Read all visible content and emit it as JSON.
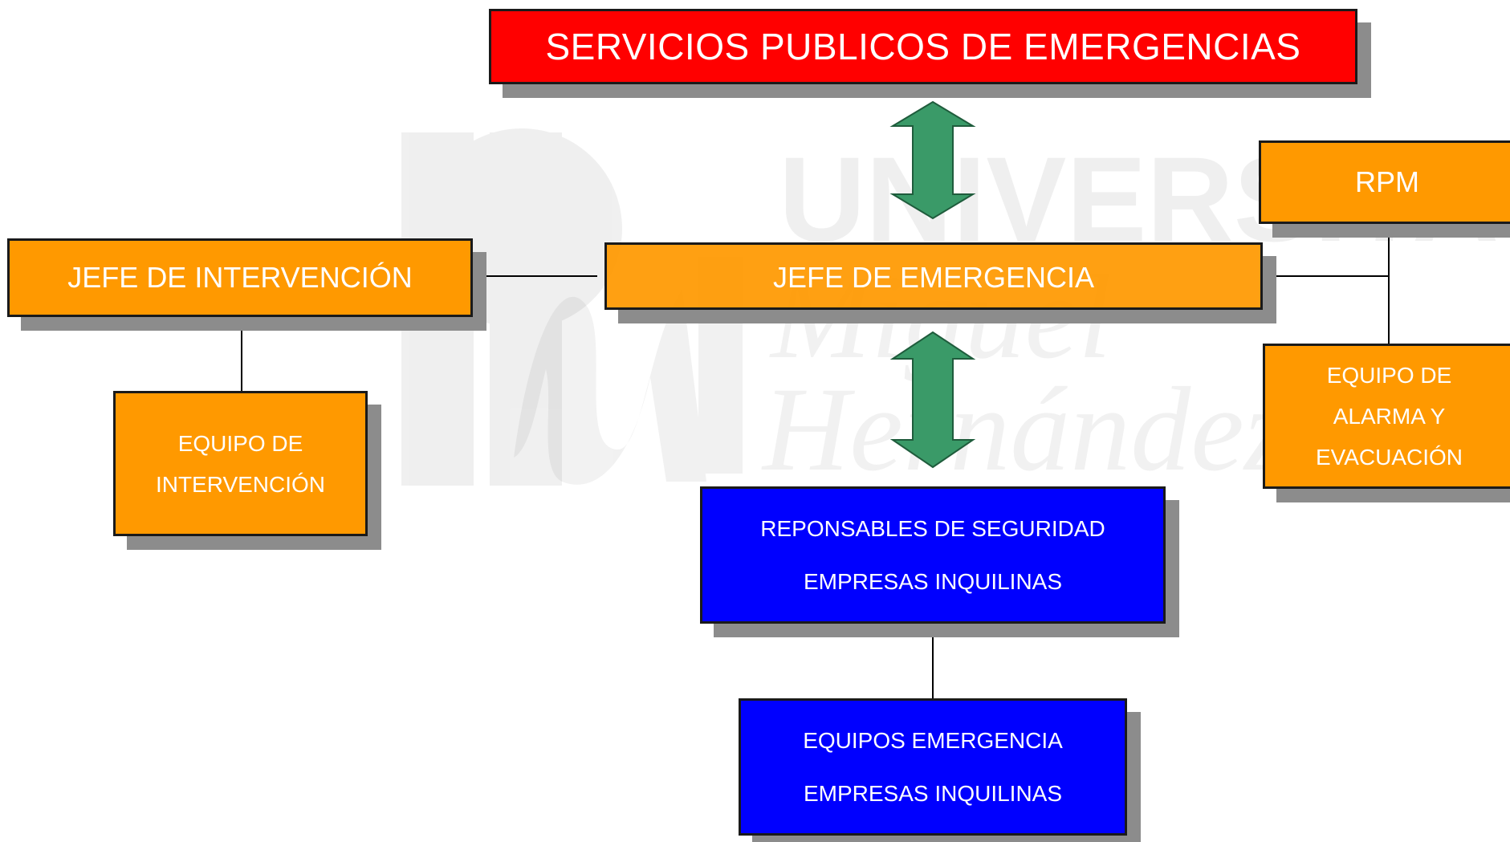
{
  "watermark": {
    "line1": "UNIVERSITAS",
    "line2": "Miguel",
    "line3": "Hernández"
  },
  "nodes": {
    "servicios": "SERVICIOS PUBLICOS DE EMERGENCIAS",
    "jefe_emergencia": "JEFE DE EMERGENCIA",
    "jefe_intervencion": "JEFE DE INTERVENCIÓN",
    "rpm": "RPM",
    "equipo_intervencion": [
      "EQUIPO DE",
      "INTERVENCIÓN"
    ],
    "equipo_alarma": [
      "EQUIPO DE",
      "ALARMA Y",
      "EVACUACIÓN"
    ],
    "responsables": [
      "REPONSABLES DE SEGURIDAD",
      "EMPRESAS INQUILINAS"
    ],
    "equipos_emergencia": [
      "EQUIPOS EMERGENCIA",
      "EMPRESAS INQUILINAS"
    ]
  },
  "colors": {
    "red": "#ff0000",
    "orange": "#ff9900",
    "blue": "#0000ff",
    "arrow": "#3a9a68",
    "shadow": "#8c8c8c"
  }
}
